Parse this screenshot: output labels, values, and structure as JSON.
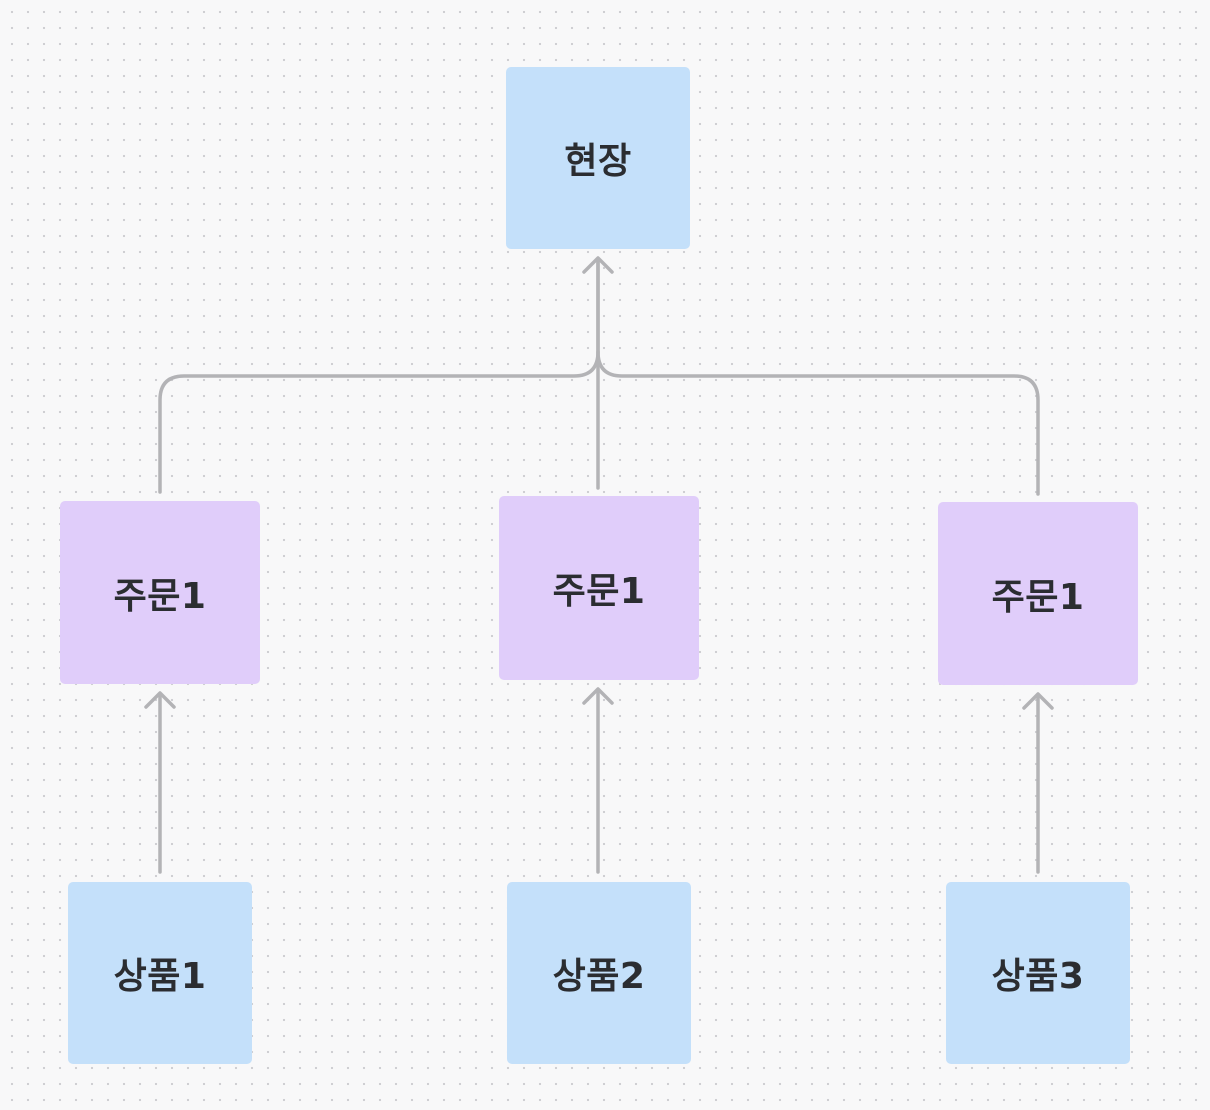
{
  "diagram": {
    "root": {
      "label": "현장",
      "color": "#c4e0fa"
    },
    "orders": [
      {
        "label": "주문1",
        "color": "#e0cdfa"
      },
      {
        "label": "주문1",
        "color": "#e0cdfa"
      },
      {
        "label": "주문1",
        "color": "#e0cdfa"
      }
    ],
    "products": [
      {
        "label": "상품1",
        "color": "#c4e0fa"
      },
      {
        "label": "상품2",
        "color": "#c4e0fa"
      },
      {
        "label": "상품3",
        "color": "#c4e0fa"
      }
    ],
    "connector_color": "#b3b3b6"
  }
}
